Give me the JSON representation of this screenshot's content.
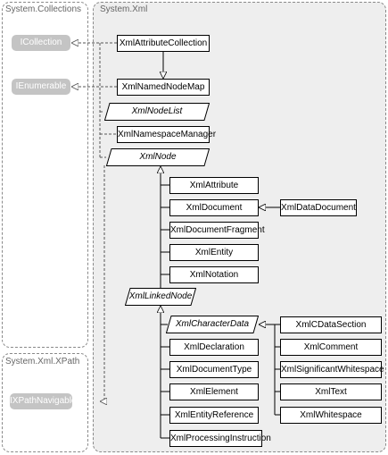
{
  "groups": {
    "collections": "System.Collections",
    "xml": "System.Xml",
    "xpath": "System.Xml.XPath"
  },
  "interfaces": {
    "icollection": "ICollection",
    "ienumerable": "IEnumerable",
    "ixpathnavigable": "IXPathNavigable"
  },
  "classes": {
    "xml_attribute_collection": "XmlAttributeCollection",
    "xml_named_node_map": "XmlNamedNodeMap",
    "xml_node_list": "XmlNodeList",
    "xml_namespace_manager": "XmlNamespaceManager",
    "xml_node": "XmlNode",
    "xml_attribute": "XmlAttribute",
    "xml_document": "XmlDocument",
    "xml_data_document": "XmlDataDocument",
    "xml_document_fragment": "XmlDocumentFragment",
    "xml_entity": "XmlEntity",
    "xml_notation": "XmlNotation",
    "xml_linked_node": "XmlLinkedNode",
    "xml_character_data": "XmlCharacterData",
    "xml_cdata_section": "XmlCDataSection",
    "xml_declaration": "XmlDeclaration",
    "xml_comment": "XmlComment",
    "xml_document_type": "XmlDocumentType",
    "xml_significant_whitespace": "XmlSignificantWhitespace",
    "xml_element": "XmlElement",
    "xml_text": "XmlText",
    "xml_entity_reference": "XmlEntityReference",
    "xml_whitespace": "XmlWhitespace",
    "xml_processing_instruction": "XmlProcessingInstruction"
  }
}
